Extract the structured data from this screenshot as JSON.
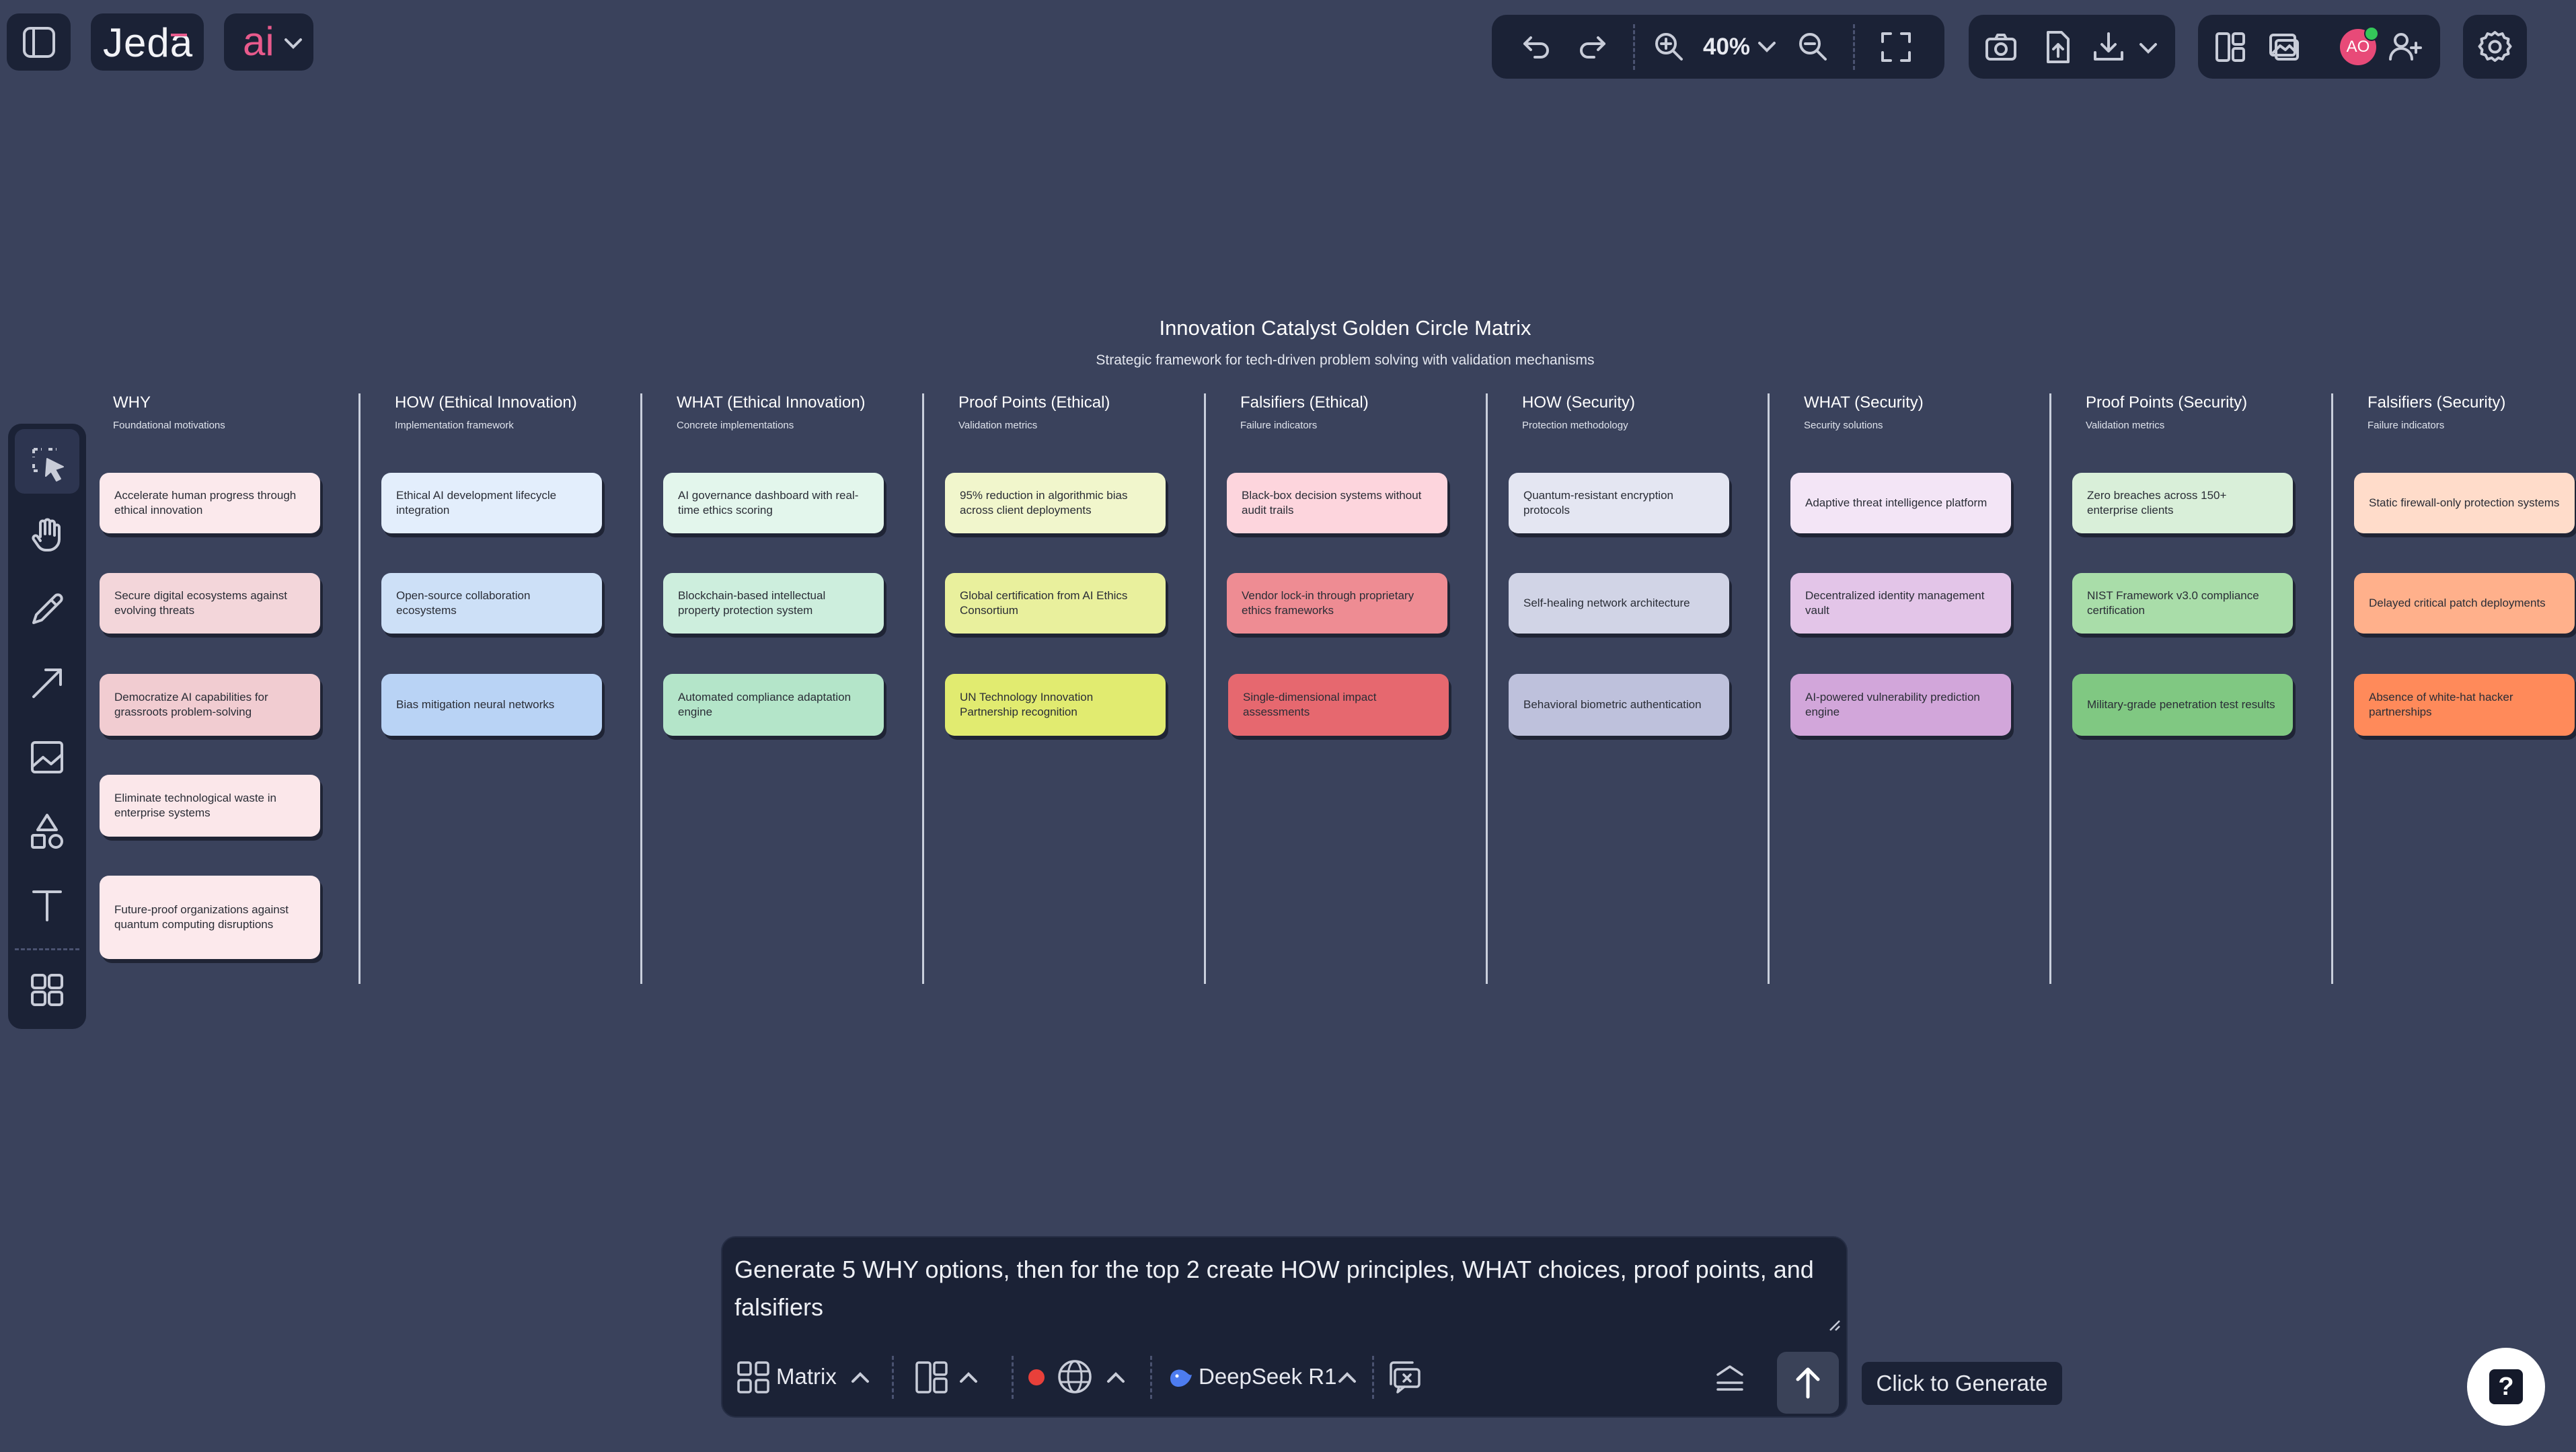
{
  "toolbar": {
    "brand": "Jeda",
    "ai_label": "ai",
    "zoom": "40%",
    "avatar_initials": "AO"
  },
  "board": {
    "title": "Innovation Catalyst Golden Circle Matrix",
    "subtitle": "Strategic framework for tech-driven problem solving with validation mechanisms",
    "columns": [
      {
        "heading": "WHY",
        "sub": "Foundational motivations",
        "cards": [
          "Accelerate human progress through ethical innovation",
          "Secure digital ecosystems against evolving threats",
          "Democratize AI capabilities for grassroots problem-solving",
          "Eliminate technological waste in enterprise systems",
          "Future-proof organizations against quantum computing disruptions"
        ]
      },
      {
        "heading": "HOW (Ethical Innovation)",
        "sub": "Implementation framework",
        "cards": [
          "Ethical AI development lifecycle integration",
          "Open-source collaboration ecosystems",
          "Bias mitigation neural networks"
        ]
      },
      {
        "heading": "WHAT (Ethical Innovation)",
        "sub": "Concrete implementations",
        "cards": [
          "AI governance dashboard with real-time ethics scoring",
          "Blockchain-based intellectual property protection system",
          "Automated compliance adaptation engine"
        ]
      },
      {
        "heading": "Proof Points (Ethical)",
        "sub": "Validation metrics",
        "cards": [
          "95% reduction in algorithmic bias across client deployments",
          "Global certification from AI Ethics Consortium",
          "UN Technology Innovation Partnership recognition"
        ]
      },
      {
        "heading": "Falsifiers (Ethical)",
        "sub": "Failure indicators",
        "cards": [
          "Black-box decision systems without audit trails",
          "Vendor lock-in through proprietary ethics frameworks",
          "Single-dimensional impact assessments"
        ]
      },
      {
        "heading": "HOW (Security)",
        "sub": "Protection methodology",
        "cards": [
          "Quantum-resistant encryption protocols",
          "Self-healing network architecture",
          "Behavioral biometric authentication"
        ]
      },
      {
        "heading": "WHAT (Security)",
        "sub": "Security solutions",
        "cards": [
          "Adaptive threat intelligence platform",
          "Decentralized identity management vault",
          "AI-powered vulnerability prediction engine"
        ]
      },
      {
        "heading": "Proof Points (Security)",
        "sub": "Validation metrics",
        "cards": [
          "Zero breaches across 150+ enterprise clients",
          "NIST Framework v3.0 compliance certification",
          "Military-grade penetration test results"
        ]
      },
      {
        "heading": "Falsifiers (Security)",
        "sub": "Failure indicators",
        "cards": [
          "Static firewall-only protection systems",
          "Delayed critical patch deployments",
          "Absence of white-hat hacker partnerships"
        ]
      }
    ]
  },
  "card_colors": [
    [
      "#fbe9ec",
      "#f3d6da",
      "#f1ccd1",
      "#fbe7ea",
      "#fce9ec"
    ],
    [
      "#e3eefc",
      "#cde0f7",
      "#b9d3f5"
    ],
    [
      "#e3f6ec",
      "#cdeedd",
      "#b4e5c9"
    ],
    [
      "#f1f6cc",
      "#e9f09d",
      "#e1eb70"
    ],
    [
      "#fdd5dd",
      "#ee8c93",
      "#e6686f"
    ],
    [
      "#e4e6f2",
      "#d1d4e6",
      "#bec1dc"
    ],
    [
      "#f3e5f6",
      "#e3c5e8",
      "#d2a6da"
    ],
    [
      "#d9efd9",
      "#a9dda9",
      "#80c882"
    ],
    [
      "#ffdcca",
      "#ffb08b",
      "#ff8a5a"
    ]
  ],
  "prompt": {
    "text": "Generate 5 WHY options, then for the top 2 create HOW principles, WHAT choices, proof points, and falsifiers",
    "mode_label": "Matrix",
    "model_label": "DeepSeek R1",
    "generate_tooltip": "Click to Generate"
  },
  "help_label": "?"
}
